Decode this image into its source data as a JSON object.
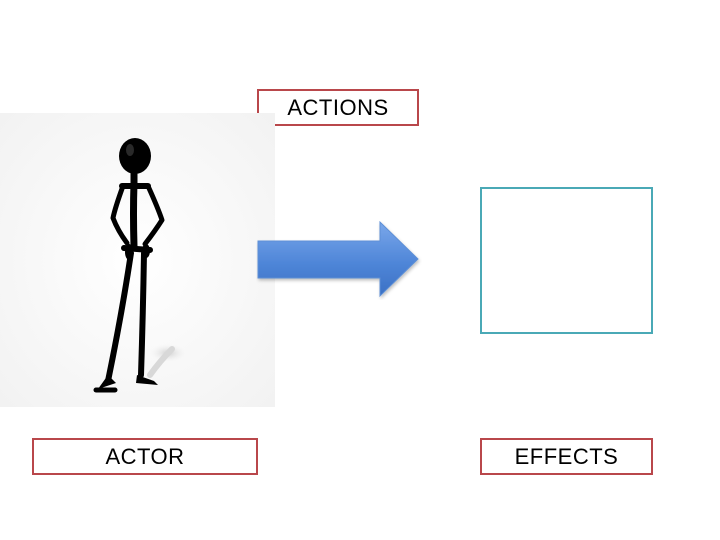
{
  "labels": {
    "actions": "ACTIONS",
    "actor": "ACTOR",
    "effects": "EFFECTS"
  },
  "icons": {
    "actor": "stick-figure-icon",
    "flow": "right-arrow-icon"
  },
  "colors": {
    "label_border": "#b9474b",
    "effect_frame_border": "#4aa9b6",
    "arrow_fill": "#4f86d8"
  }
}
